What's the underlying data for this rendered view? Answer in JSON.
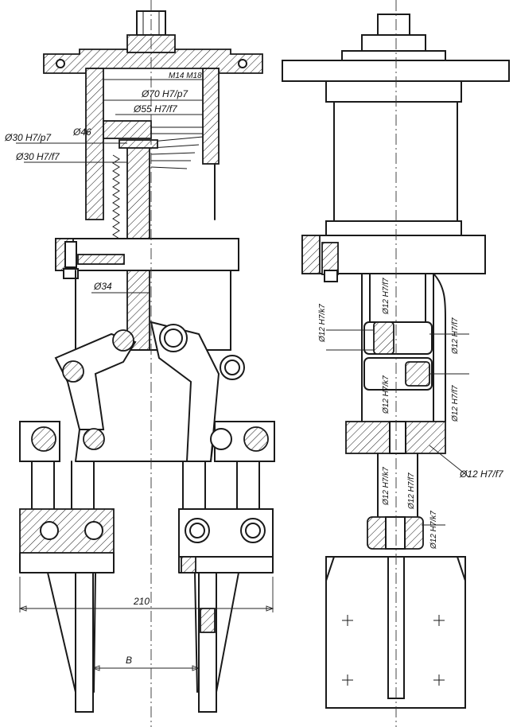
{
  "colors": {
    "ink": "#1a1a1a",
    "paper": "#ffffff"
  },
  "labels": {
    "thread": "M14 M18",
    "fit_70": "Ø70 H7/p7",
    "fit_55": "Ø55 H7/f7",
    "fit_30_p7": "Ø30 H7/p7",
    "dia_46": "Ø46",
    "fit_30_f7": "Ø30 H7/f7",
    "dia_34": "Ø34",
    "dim_210": "210",
    "dim_B": "B",
    "side_fit_left": "Ø12 H7/k7",
    "side_fit_a": "Ø12 H7/f7",
    "side_fit_b": "Ø12 H7/f7",
    "side_fit_c": "Ø12 H7/k7",
    "side_fit_d": "Ø12 H7/f7",
    "side_fit_e": "Ø12 H7/f7",
    "side_fit_f": "Ø12 H7/k7",
    "side_fit_g": "Ø12 H7/f7",
    "side_fit_h": "Ø12 H7/k7"
  }
}
